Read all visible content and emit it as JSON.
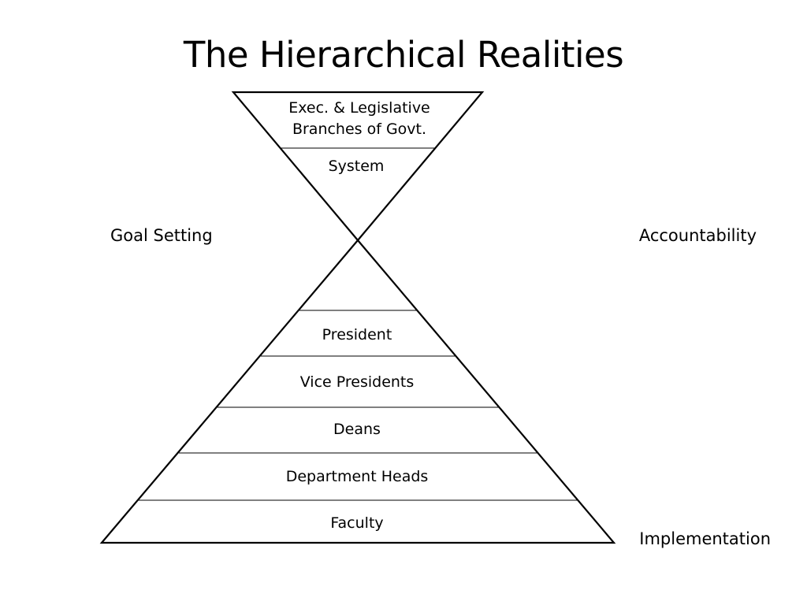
{
  "slide": {
    "title": "The Hierarchical Realities"
  },
  "top_triangle": {
    "levels": [
      {
        "lines": [
          "Exec. & Legislative",
          "Branches of Govt."
        ]
      },
      {
        "lines": [
          "System"
        ]
      }
    ]
  },
  "bottom_triangle": {
    "levels": [
      {
        "label": ""
      },
      {
        "label": "President"
      },
      {
        "label": "Vice Presidents"
      },
      {
        "label": "Deans"
      },
      {
        "label": "Department Heads"
      },
      {
        "label": "Faculty"
      }
    ]
  },
  "side_labels": {
    "left": "Goal Setting",
    "right_top": "Accountability",
    "right_bottom": "Implementation"
  }
}
